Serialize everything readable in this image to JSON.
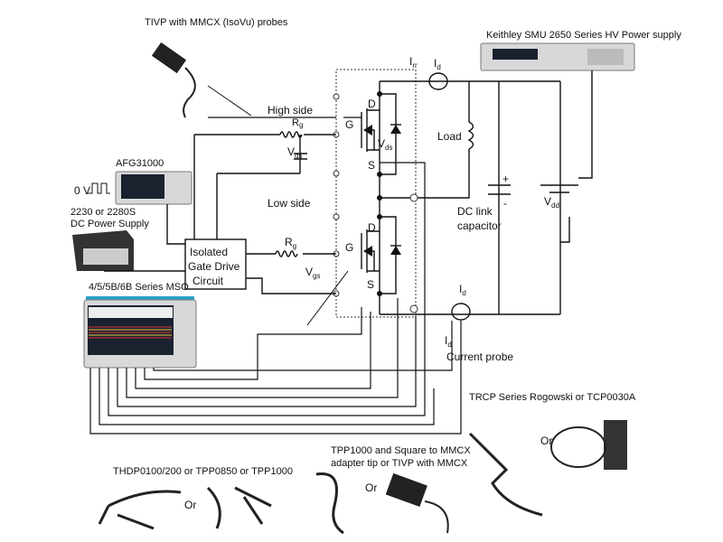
{
  "labels": {
    "isovu": "TIVP with MMCX (IsoVu) probes",
    "keithley": "Keithley SMU 2650 Series HV Power supply",
    "irr": {
      "main": "I",
      "sub": "rr"
    },
    "id_top": {
      "main": "I",
      "sub": "d"
    },
    "high_side": "High side",
    "rg_high": {
      "main": "R",
      "sub": "g"
    },
    "vgs_high": {
      "main": "V",
      "sub": "gs"
    },
    "vds": {
      "main": "V",
      "sub": "ds"
    },
    "g_high": "G",
    "d_high": "D",
    "s_high": "S",
    "load": "Load",
    "afg": "AFG31000",
    "zero_v": "0 V",
    "low_side": "Low side",
    "dc_supply_1": "2230 or 2280S",
    "dc_supply_2": "DC Power Supply",
    "dc_link_1": "DC link",
    "dc_link_2": "capacitor",
    "plus": "+",
    "minus": "-",
    "vdd": {
      "main": "V",
      "sub": "dd"
    },
    "gate_drive_1": "Isolated",
    "gate_drive_2": "Gate Drive",
    "gate_drive_3": "Circuit",
    "rg_low": {
      "main": "R",
      "sub": "g"
    },
    "vgs_low": {
      "main": "V",
      "sub": "gs"
    },
    "g_low": "G",
    "d_low": "D",
    "s_low": "S",
    "mso": "4/5/5B/6B Series MSO",
    "id_bottom": {
      "main": "I",
      "sub": "d"
    },
    "id_probe": {
      "main": "I",
      "sub": "d"
    },
    "current_probe": "Current probe",
    "trcp": "TRCP Series Rogowski or TCP0030A",
    "or_1": "Or",
    "tpp_1": "TPP1000 and Square to MMCX",
    "tpp_2": "adapter tip or TIVP with MMCX",
    "or_2": "Or",
    "thdp": "THDP0100/200 or TPP0850 or TPP1000",
    "or_3": "Or"
  }
}
